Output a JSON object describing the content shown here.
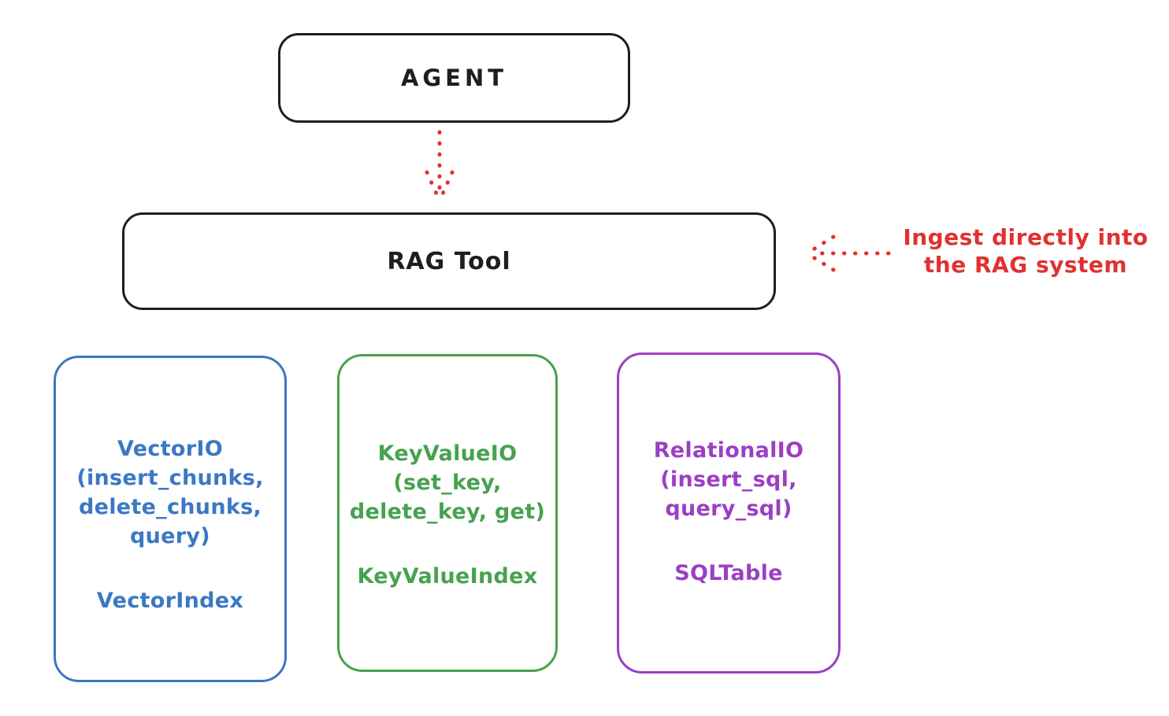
{
  "agent": {
    "label": "AGENT"
  },
  "rag_tool": {
    "label": "RAG Tool"
  },
  "annotation": {
    "line1": "Ingest directly into",
    "line2": "the RAG system",
    "color": "#e03131"
  },
  "arrows": {
    "agent_to_rag": "dotted-red-down-arrow",
    "annotation_to_rag": "dotted-red-left-arrow"
  },
  "storage_boxes": [
    {
      "name": "vector-io",
      "color": "#3b78c4",
      "lines": [
        "VectorIO",
        "(insert_chunks,",
        "delete_chunks,",
        "query)"
      ],
      "footer": "VectorIndex"
    },
    {
      "name": "keyvalue-io",
      "color": "#46a24f",
      "lines": [
        "KeyValueIO",
        "(set_key,",
        "delete_key, get)"
      ],
      "footer": "KeyValueIndex"
    },
    {
      "name": "relational-io",
      "color": "#9c3fc2",
      "lines": [
        "RelationalIO",
        "(insert_sql,",
        "query_sql)"
      ],
      "footer": "SQLTable"
    }
  ],
  "colors": {
    "stroke_black": "#1e1e1e",
    "red": "#e03131",
    "blue": "#3b78c4",
    "green": "#46a24f",
    "purple": "#9c3fc2",
    "background": "#ffffff"
  }
}
